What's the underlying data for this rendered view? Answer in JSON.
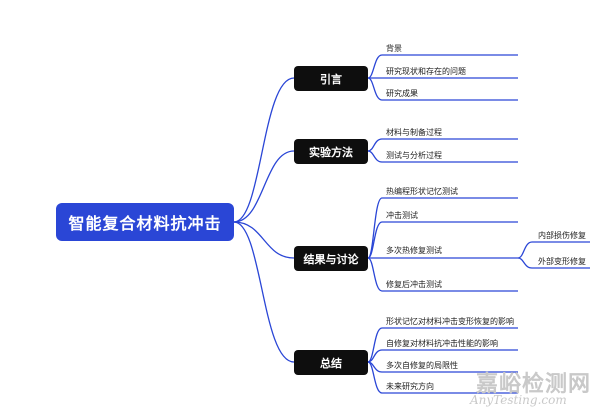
{
  "root": {
    "label": "智能复合材料抗冲击"
  },
  "branches": [
    {
      "label": "引言",
      "leaves": [
        "背景",
        "研究现状和存在的问题",
        "研究成果"
      ]
    },
    {
      "label": "实验方法",
      "leaves": [
        "材料与制备过程",
        "测试与分析过程"
      ]
    },
    {
      "label": "结果与讨论",
      "leaves": [
        "热编程形状记忆测试",
        "冲击测试",
        "多次热修复测试",
        "修复后冲击测试"
      ]
    },
    {
      "label": "总结",
      "leaves": [
        "形状记忆对材料冲击变形恢复的影响",
        "自修复对材料抗冲击性能的影响",
        "多次自修复的局限性",
        "未来研究方向"
      ]
    }
  ],
  "sub_leaves": [
    "内部损伤修复",
    "外部变形修复"
  ],
  "watermark": {
    "main": "嘉峪检测网",
    "sub": "AnyTesting.com"
  },
  "colors": {
    "connector": "#2a46d6",
    "root_fill": "#2a46d6",
    "branch_fill": "#0e0e0e"
  }
}
